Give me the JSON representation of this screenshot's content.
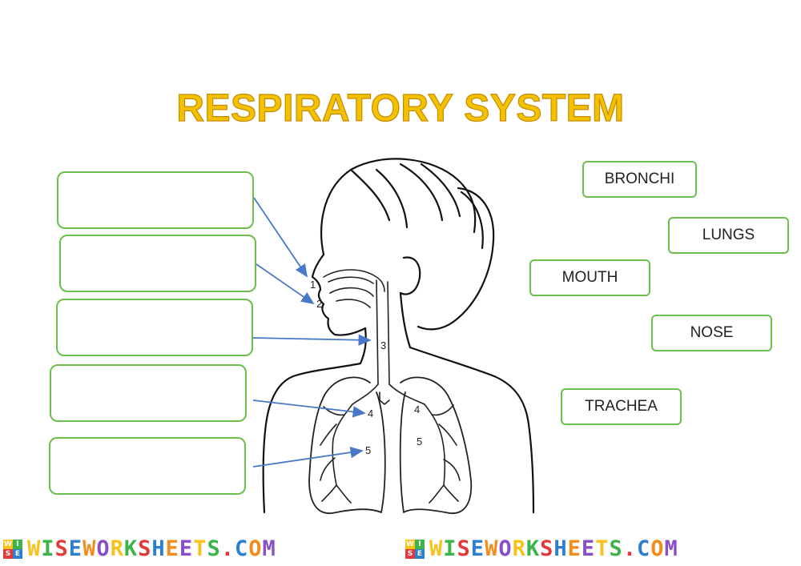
{
  "title": "RESPIRATORY SYSTEM",
  "word_bank": [
    "BRONCHI",
    "LUNGS",
    "MOUTH",
    "NOSE",
    "TRACHEA"
  ],
  "diagram_numbers": [
    "1",
    "2",
    "3",
    "4",
    "4",
    "5",
    "5"
  ],
  "colors": {
    "title": "#f2c200",
    "box_border": "#6cbf4a",
    "arrow": "#4a78c8"
  },
  "watermark": {
    "text": "WISEWORKSHEETS.COM",
    "badge_letters": [
      "W",
      "I",
      "S",
      "E"
    ],
    "letter_colors": [
      "#f7c21b",
      "#3cb44a",
      "#e23a3a",
      "#2f7fd1",
      "#f28c1c",
      "#8a4fc7"
    ]
  }
}
